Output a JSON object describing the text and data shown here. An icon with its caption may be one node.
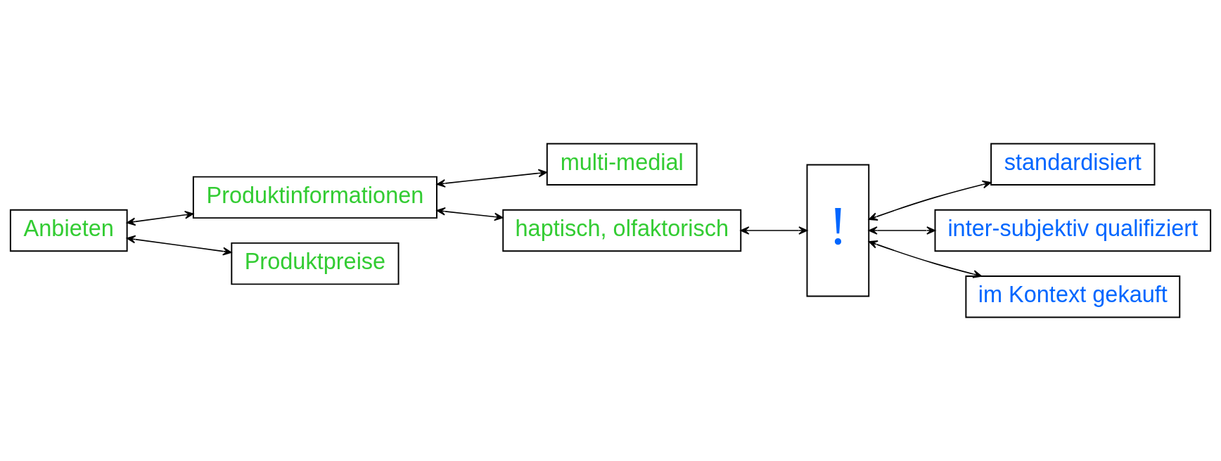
{
  "diagram": {
    "nodes": [
      {
        "text": [
          "Anbieten"
        ]
      },
      {
        "text": [
          "Produktinformationen"
        ]
      },
      {
        "text": [
          "Produktpreise"
        ]
      },
      {
        "text": [
          "multi-medial"
        ]
      },
      {
        "text": [
          "haptisch, olfaktorisch"
        ]
      },
      {
        "text": [
          "standardisiert"
        ]
      },
      {
        "text": [
          "inter-subjektiv qualifiziert"
        ]
      },
      {
        "text": [
          "im Kontext gekauft"
        ]
      },
      {
        "text": [
          "!"
        ]
      }
    ],
    "edges": [
      {
        "from": 0,
        "to": 1,
        "arrow": "both"
      },
      {
        "from": 0,
        "to": 2,
        "arrow": "both"
      },
      {
        "from": 1,
        "to": 3,
        "arrow": "both"
      },
      {
        "from": 1,
        "to": 4,
        "arrow": "both"
      },
      {
        "from": 4,
        "to": 8,
        "arrow": "both"
      },
      {
        "from": 8,
        "to": 5,
        "arrow": "both"
      },
      {
        "from": 8,
        "to": 6,
        "arrow": "both"
      },
      {
        "from": 8,
        "to": 7,
        "arrow": "both"
      }
    ]
  }
}
